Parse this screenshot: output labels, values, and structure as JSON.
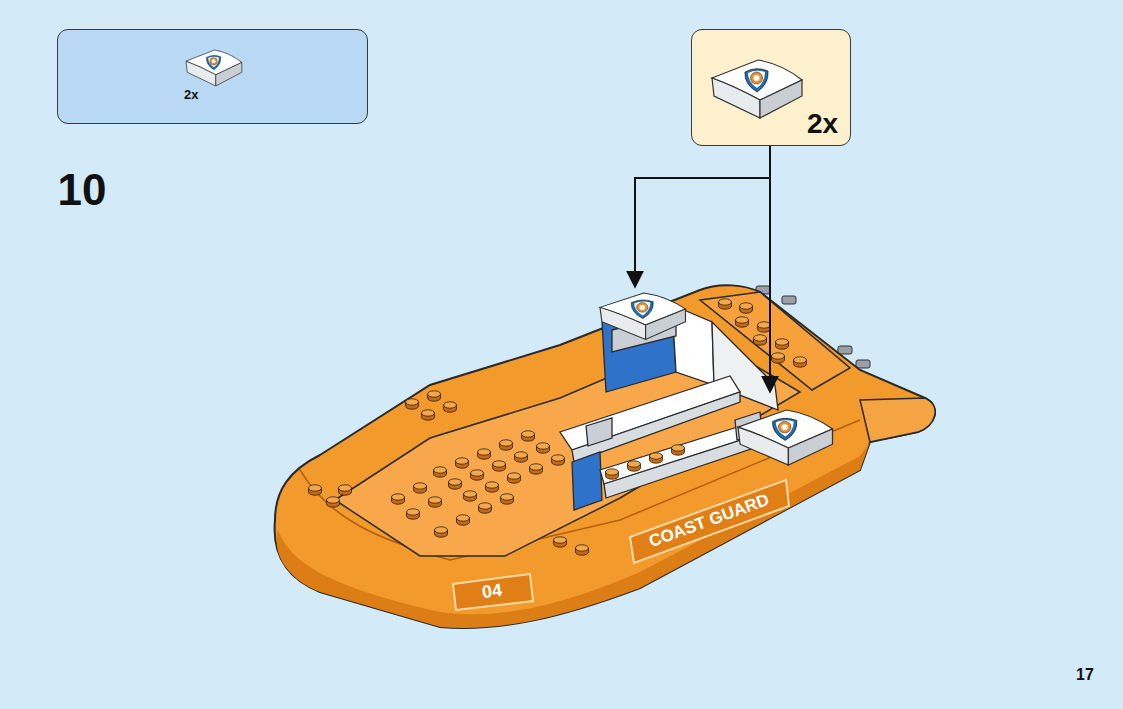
{
  "diagram": {
    "nodes": [
      {
        "text": [
          "2x"
        ]
      },
      {
        "text": [
          "2x"
        ]
      }
    ],
    "labels": [
      "10",
      "COAST GUARD",
      "04",
      "17"
    ]
  }
}
